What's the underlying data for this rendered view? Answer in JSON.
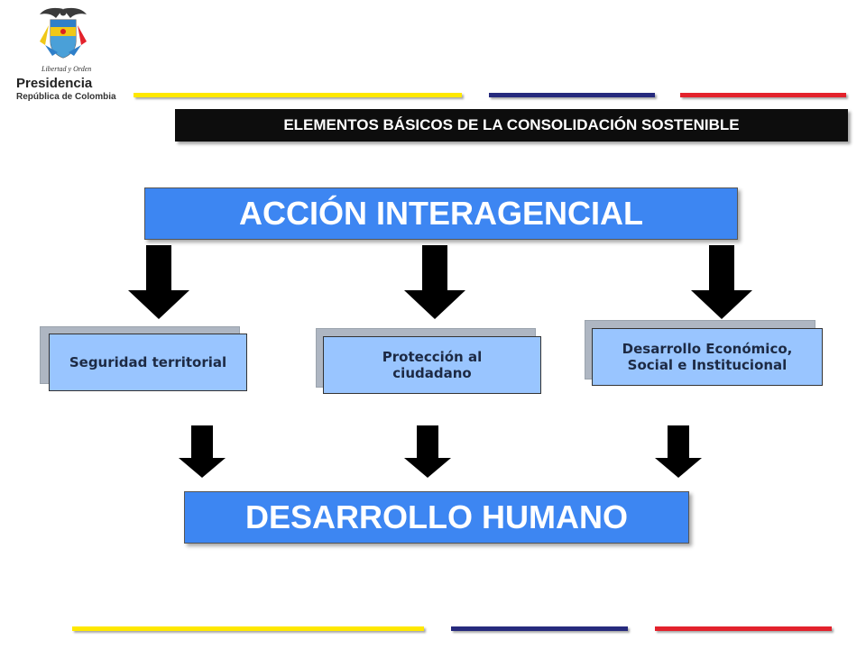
{
  "logo": {
    "motto": "Libertad y Orden",
    "name": "Presidencia",
    "country": "República de Colombia",
    "icon": "coat-of-arms-icon"
  },
  "header": {
    "title": "ELEMENTOS BÁSICOS DE LA CONSOLIDACIÓN SOSTENIBLE"
  },
  "diagram": {
    "top": "ACCIÓN INTERAGENCIAL",
    "pillars": [
      "Seguridad territorial",
      "Protección al ciudadano",
      "Desarrollo Económico, Social e Institucional"
    ],
    "bottom": "DESARROLLO HUMANO"
  },
  "colors": {
    "yellow": "#ffe800",
    "navy": "#262a7d",
    "red": "#e3222c",
    "box_blue": "#3d86f2",
    "sub_blue": "#99c5ff"
  }
}
